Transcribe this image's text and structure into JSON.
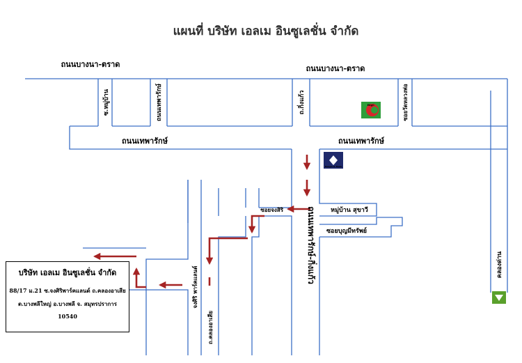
{
  "title": "แผนที่ บริษัท เอลเม อินซูเลชั่น จำกัด",
  "roads": {
    "bangna_trat_left": "ถนนบางนา-ตราด",
    "bangna_trat_center": "ถนนบางนา-ตราด",
    "thepharak_left": "ถนนเทพารักษ์",
    "thepharak_right": "ถนนเทพารักษ์",
    "soi_muban": "ซ.หมู่บ้าน",
    "soi_thepharak": "ถนนเทพารักษ์",
    "soi_kingkaeo": "ถ.กิ่งแก้ว",
    "soi_wat": "ซอยวัดหลวงพ่อ",
    "khlong_dan": "คลองด่าน",
    "soi_chong_siri": "ซอยจงสิริ",
    "muban_sukhawi": "หมู่บ้าน สุขาวี",
    "soi_bunmi": "ซอยบุญมีทรัพย์",
    "main_vertical": "ถนนเทพารักษ์-กิ่งแก้ว",
    "chong_siri_park": "จงศิริ พาร์คแลนด์",
    "khlong_ongsa": "ถ.คลองอาเสีย"
  },
  "landmarks": {
    "bank_label": "Bangkok Bank",
    "store_label": "BigC"
  },
  "company": {
    "name": "บริษัท เอลเม อินซูเลชั่น จำกัด",
    "address_1": "88/17 ม.21 ซ.จงศิริพาร์คแลนด์ ถ.คลองอาเสีย",
    "address_2": "ต.บางพลีใหญ่ อ.บางพลี จ. สมุทรปราการ",
    "postcode": "10540"
  },
  "colors": {
    "road": "#3c6fc6",
    "arrow": "#a52323",
    "bank": "#1f2a6b",
    "store_green": "#2f9e3a",
    "store_red": "#d8262b",
    "exit_arrow": "#5aa02c"
  }
}
